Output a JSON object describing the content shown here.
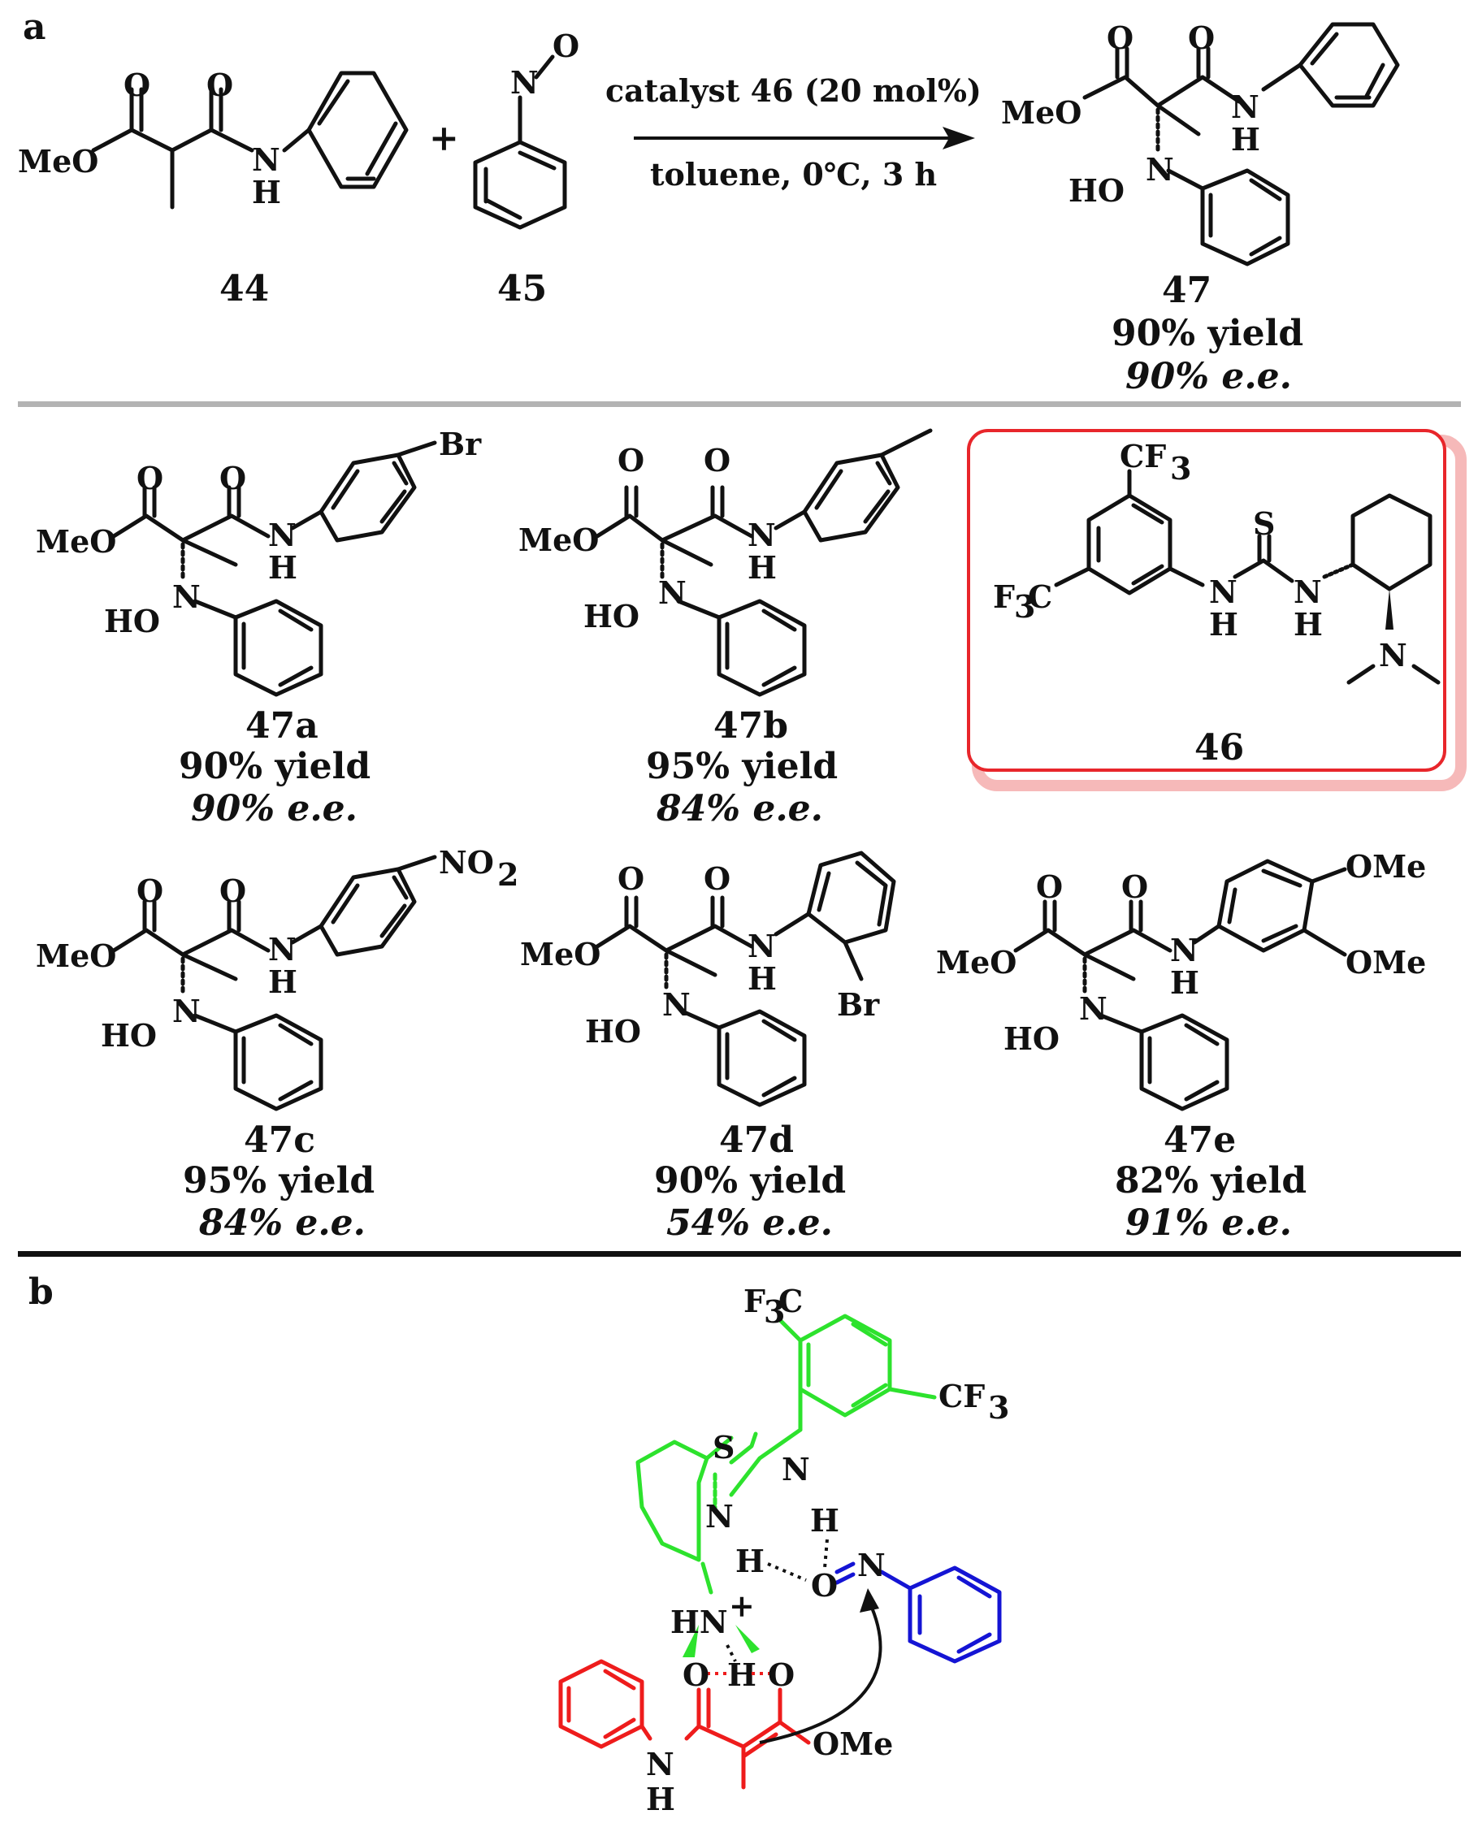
{
  "panel_a": {
    "label": "a",
    "reactant_1": "44",
    "reactant_2": "45",
    "conditions_top": "catalyst 46 (20 mol%)",
    "conditions_bottom": "toluene, 0℃, 3 h",
    "plus": "+",
    "product": {
      "id": "47",
      "yield": "90% yield",
      "ee": "90% e.e."
    }
  },
  "scope": [
    {
      "id": "47a",
      "yield": "90% yield",
      "ee": "90% e.e.",
      "substituent": "Br"
    },
    {
      "id": "47b",
      "yield": "95% yield",
      "ee": "84% e.e.",
      "substituent": ""
    },
    {
      "id": "47c",
      "yield": "95% yield",
      "ee": "84% e.e.",
      "substituent": "NO2"
    },
    {
      "id": "47d",
      "yield": "90% yield",
      "ee": "54% e.e.",
      "substituent": "Br"
    },
    {
      "id": "47e",
      "yield": "82% yield",
      "ee": "91% e.e.",
      "substituent_1": "OMe",
      "substituent_2": "OMe"
    }
  ],
  "catalyst": {
    "id": "46",
    "frame_color": "#e8262b",
    "shadow_color": "#f6b9b9"
  },
  "panel_b": {
    "label": "b",
    "catalyst_color": "#2de22d",
    "substrate_color": "#ee1c1c",
    "nitroso_color": "#1414d4"
  },
  "atoms": {
    "O": "O",
    "N": "N",
    "H": "H",
    "S": "S",
    "MeO": "MeO",
    "HO": "HO",
    "OMe": "OMe",
    "Br": "Br",
    "CF3": "CF",
    "F3C_F": "F",
    "F3C_C": "C",
    "sub3": "3",
    "NO2_main": "NO",
    "sub2": "2",
    "HN_plus": "HN",
    "plus_sup": "+"
  }
}
